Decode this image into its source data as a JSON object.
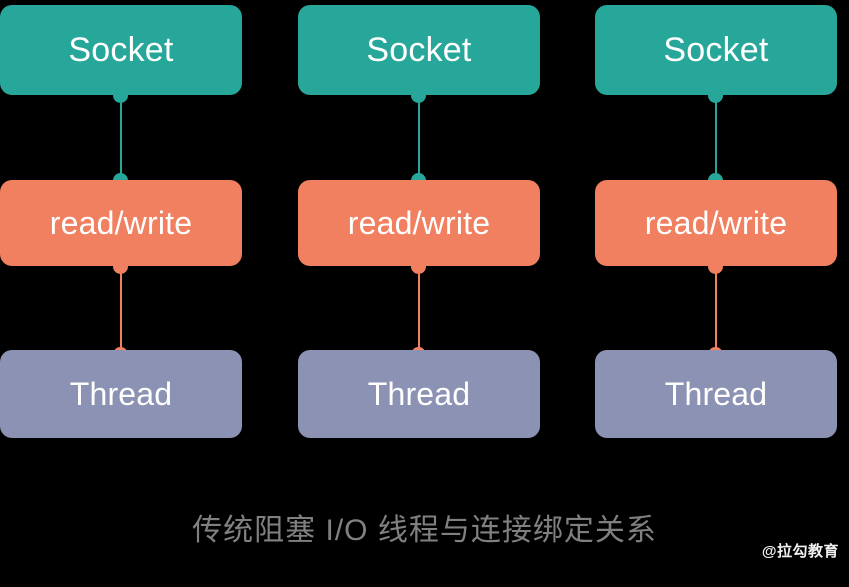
{
  "background_color": "#000000",
  "diagram": {
    "type": "flow-columns",
    "caption": "传统阻塞 I/O 线程与连接绑定关系",
    "caption_color": "#808080",
    "watermark": "@拉勾教育",
    "watermark_color": "#f2f2f2",
    "node_colors": {
      "socket": "#27a69a",
      "read_write": "#f0805f",
      "thread": "#8c92b3",
      "node_text": "#ffffff"
    },
    "connector_colors": {
      "socket_to_read_write": "#27a69a",
      "read_write_to_thread": "#f0805f"
    },
    "columns": [
      {
        "id": "column-1",
        "nodes": [
          {
            "id": "socket",
            "label": "Socket"
          },
          {
            "id": "read-write",
            "label": "read/write"
          },
          {
            "id": "thread",
            "label": "Thread"
          }
        ]
      },
      {
        "id": "column-2",
        "nodes": [
          {
            "id": "socket",
            "label": "Socket"
          },
          {
            "id": "read-write",
            "label": "read/write"
          },
          {
            "id": "thread",
            "label": "Thread"
          }
        ]
      },
      {
        "id": "column-3",
        "nodes": [
          {
            "id": "socket",
            "label": "Socket"
          },
          {
            "id": "read-write",
            "label": "read/write"
          },
          {
            "id": "thread",
            "label": "Thread"
          }
        ]
      }
    ]
  }
}
